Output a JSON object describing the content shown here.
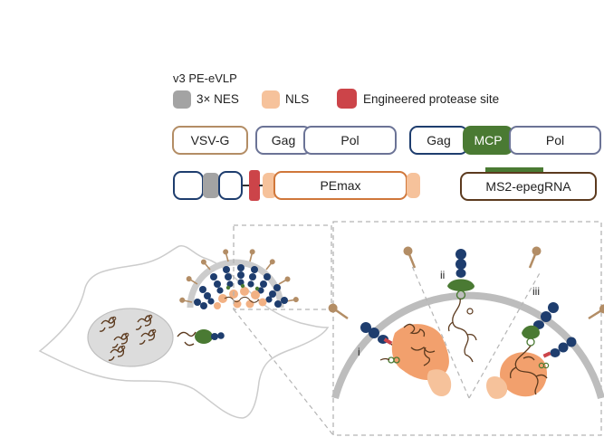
{
  "title": "v3 PE-eVLP",
  "legend": {
    "nes": "3× NES",
    "nls": "NLS",
    "protease": "Engineered protease site"
  },
  "constructs": {
    "vsvg": "VSV-G",
    "gag1": "Gag",
    "pol1": "Pol",
    "gag2": "Gag",
    "mcp": "MCP",
    "pol2": "Pol",
    "pemax": "PEmax",
    "epegrna": "MS2-epegRNA"
  },
  "panels": {
    "i": "i",
    "ii": "ii",
    "iii": "iii"
  },
  "colors": {
    "nes": "#a3a3a3",
    "nls": "#f6c29b",
    "protease": "#cc4449",
    "vsvg": "#b38d65",
    "gag_pol": "#6b7396",
    "gag_navy": "#1e3d6e",
    "mcp": "#4a7a33",
    "pemax": "#d0773a",
    "epegrna": "#5c3a1e"
  }
}
